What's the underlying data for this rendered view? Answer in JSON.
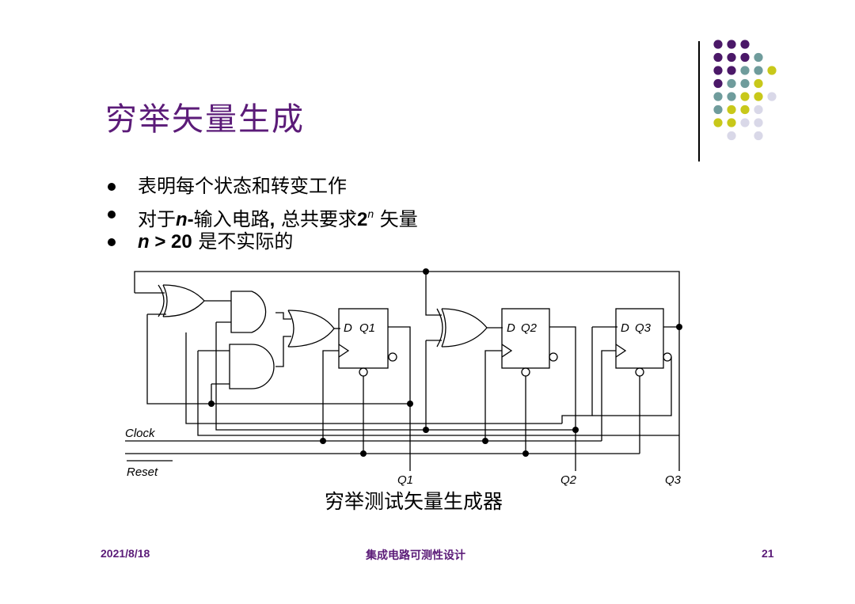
{
  "slide": {
    "title": "穷举矢量生成",
    "bullets": [
      {
        "text": "表明每个状态和转变工作"
      },
      {
        "pre": "对于",
        "n": "n",
        "dash": "-",
        "mid": "输入电路",
        "comma": ",",
        "mid2": " 总共要求",
        "base": "2",
        "exp": "n",
        "post": " 矢量"
      },
      {
        "n": "n",
        "gt": " > 20",
        "post": " 是不实际的"
      }
    ],
    "circuit": {
      "flipflops": [
        {
          "d": "D",
          "q": "Q1"
        },
        {
          "d": "D",
          "q": "Q2"
        },
        {
          "d": "D",
          "q": "Q3"
        }
      ],
      "clock_label": "Clock",
      "reset_label": "Reset",
      "outputs": [
        "Q1",
        "Q2",
        "Q3"
      ]
    },
    "caption": "穷举测试矢量生成器"
  },
  "footer": {
    "date": "2021/8/18",
    "course": "集成电路可测性设计",
    "page": "21"
  },
  "colors": {
    "title": "#5b1b78",
    "dot_purple": "#4b1868",
    "dot_teal": "#6f9c9c",
    "dot_yellow": "#c8c81a",
    "dot_lavender": "#d9d8e8"
  }
}
